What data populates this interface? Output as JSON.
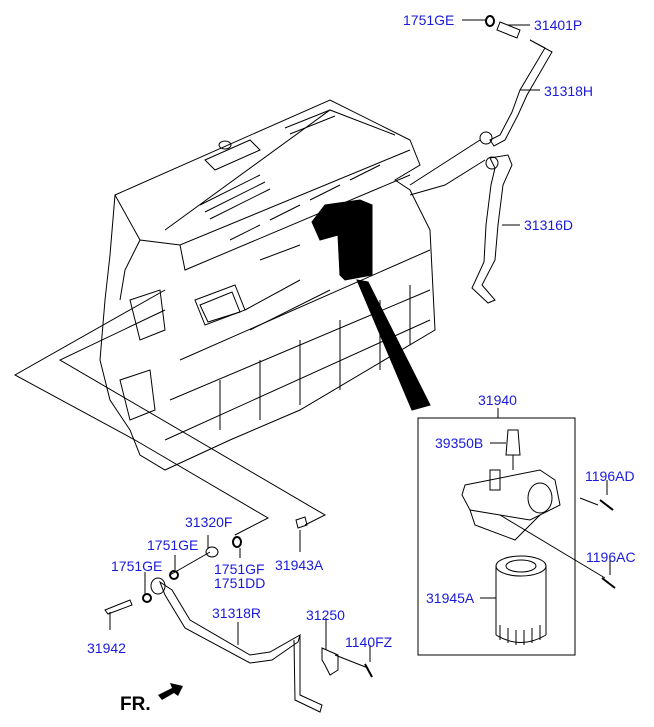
{
  "diagram": {
    "label_color": "#1a1adc",
    "line_color": "#000000",
    "front_indicator": "FR.",
    "parts": [
      {
        "id": "p-1751GE-top",
        "code": "1751GE"
      },
      {
        "id": "p-31401P",
        "code": "31401P"
      },
      {
        "id": "p-31318H",
        "code": "31318H"
      },
      {
        "id": "p-31316D",
        "code": "31316D"
      },
      {
        "id": "p-31940",
        "code": "31940"
      },
      {
        "id": "p-39350B",
        "code": "39350B"
      },
      {
        "id": "p-1196AD",
        "code": "1196AD"
      },
      {
        "id": "p-1196AC",
        "code": "1196AC"
      },
      {
        "id": "p-31945A",
        "code": "31945A"
      },
      {
        "id": "p-31320F",
        "code": "31320F"
      },
      {
        "id": "p-1751GE-mid",
        "code": "1751GE"
      },
      {
        "id": "p-1751GE-low",
        "code": "1751GE"
      },
      {
        "id": "p-1751GF",
        "code": "1751GF"
      },
      {
        "id": "p-1751DD",
        "code": "1751DD"
      },
      {
        "id": "p-31943A",
        "code": "31943A"
      },
      {
        "id": "p-31318R",
        "code": "31318R"
      },
      {
        "id": "p-31250",
        "code": "31250"
      },
      {
        "id": "p-1140FZ",
        "code": "1140FZ"
      },
      {
        "id": "p-31942",
        "code": "31942"
      }
    ]
  }
}
